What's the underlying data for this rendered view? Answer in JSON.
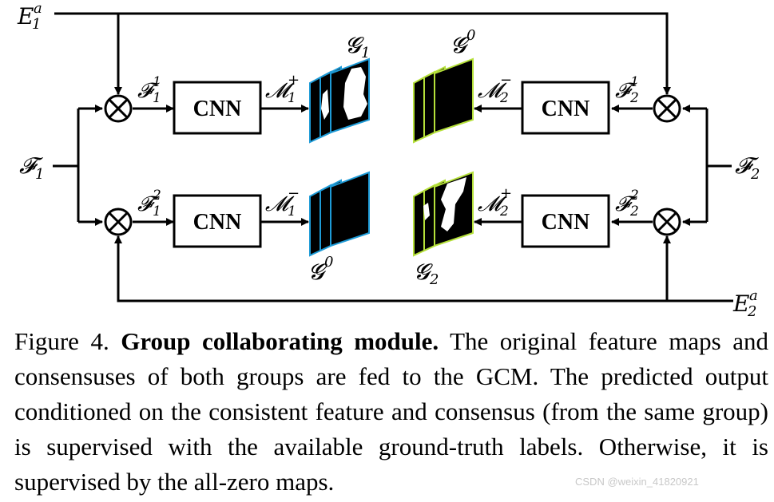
{
  "diagram": {
    "inputs": {
      "e1a": {
        "base": "E",
        "sub": "1",
        "sup": "a"
      },
      "e2a": {
        "base": "E",
        "sub": "2",
        "sup": "a"
      },
      "f1": {
        "base": "𝓕",
        "sub": "1"
      },
      "f2": {
        "base": "𝓕",
        "sub": "2"
      }
    },
    "cnn_label": "CNN",
    "features": {
      "f11": {
        "base": "𝓕",
        "sub": "1",
        "sup": "1"
      },
      "f12": {
        "base": "𝓕",
        "sub": "1",
        "sup": "2"
      },
      "f21": {
        "base": "𝓕",
        "sub": "2",
        "sup": "1"
      },
      "f22": {
        "base": "𝓕",
        "sub": "2",
        "sup": "2"
      }
    },
    "outputs": {
      "m1plus": {
        "base": "𝓜",
        "sub": "1",
        "sup": "+"
      },
      "m1minus": {
        "base": "𝓜",
        "sub": "1",
        "sup": "−"
      },
      "m2minus": {
        "base": "𝓜",
        "sub": "2",
        "sup": "−"
      },
      "m2plus": {
        "base": "𝓜",
        "sub": "2",
        "sup": "+"
      }
    },
    "targets": {
      "g1": {
        "base": "𝓖",
        "sub": "1"
      },
      "g0_top": {
        "base": "𝓖",
        "sup": "0"
      },
      "g0_bottom": {
        "base": "𝓖",
        "sup": "0"
      },
      "g2": {
        "base": "𝓖",
        "sub": "2"
      }
    },
    "colors": {
      "group1_edge": "#1e9bd7",
      "group2_edge": "#b5e03a",
      "map_fill": "#000000",
      "mask_fill": "#ffffff"
    }
  },
  "caption": {
    "prefix": "Figure 4. ",
    "bold": "Group collaborating module.",
    "body": "  The original feature maps and consensuses of both groups are fed to the GCM. The predicted output conditioned on the consistent feature and consensus (from the same group) is supervised with the available ground-truth labels. Otherwise, it is supervised by the all-zero maps."
  },
  "watermark": "CSDN @weixin_41820921"
}
